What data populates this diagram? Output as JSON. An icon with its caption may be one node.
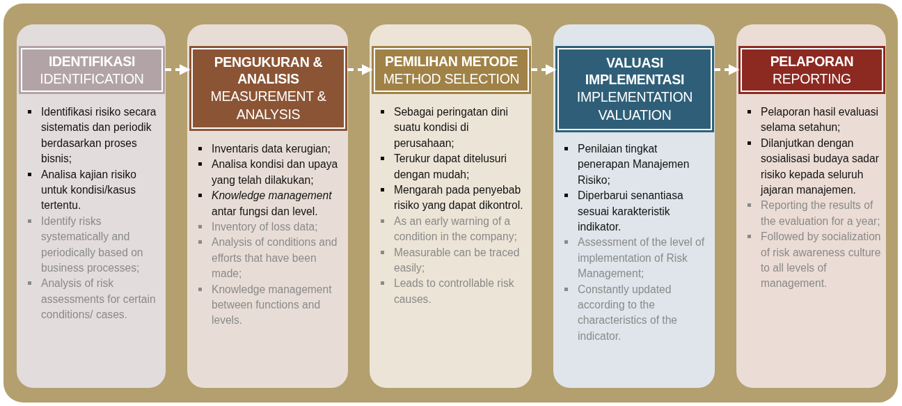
{
  "diagram": {
    "nodes": [
      {
        "text": [
          "Identifikasi risiko secara sistematis dan periodik berdasarkan proses bisnis;",
          "Analisa kajian risiko untuk kondisi/kasus tertentu.",
          "Identify risks systematically and periodically based on business processes;",
          "Analysis of risk assessments for certain conditions/ cases."
        ]
      },
      {
        "text": [
          "IDENTIFIKASI",
          "IDENTIFICATION"
        ],
        "in": 0
      },
      {
        "text": [
          "Inventaris data kerugian;",
          "Analisa kondisi dan upaya yang telah dilakukan;",
          "*Knowledge management* antar fungsi dan level.",
          "Inventory of loss data;",
          "Analysis of conditions and efforts that have been made;",
          "Knowledge management between functions and levels."
        ]
      },
      {
        "text": [
          "PENGUKURAN & ANALISIS",
          "MEASUREMENT & ANALYSIS"
        ],
        "in": 2
      },
      {
        "text": [
          "Sebagai peringatan dini suatu kondisi di perusahaan;",
          "Terukur dapat ditelusuri dengan mudah;",
          "Mengarah pada penyebab risiko yang dapat dikontrol.",
          "As an early warning of a condition in the company;",
          "Measurable can be traced easily;",
          "Leads to controllable risk causes."
        ]
      },
      {
        "text": [
          "PEMILIHAN METODE",
          "METHOD SELECTION"
        ],
        "in": 4
      },
      {
        "text": [
          "Penilaian tingkat penerapan Manajemen Risiko;",
          "Diperbarui senantiasa sesuai karakteristik indikator.",
          "Assessment of the level of implementation of Risk Management;",
          "Constantly updated according to the characteristics of the indicator."
        ]
      },
      {
        "text": [
          "VALUASI IMPLEMENTASI",
          "IMPLEMENTATION VALUATION"
        ],
        "in": 6
      },
      {
        "text": [
          "Pelaporan hasil evaluasi selama setahun;",
          "Dilanjutkan dengan sosialisasi budaya sadar risiko kepada seluruh jajaran manajemen.",
          "Reporting the results of the evaluation for a year;",
          "Followed by socialization of risk awareness culture to all levels of management."
        ]
      },
      {
        "text": [
          "PELAPORAN",
          "REPORTING"
        ],
        "in": 8
      }
    ],
    "edges": [
      {
        "from": 1,
        "to": 3,
        "arrow": "to",
        "style": "dashed"
      },
      {
        "from": 3,
        "to": 5,
        "arrow": "to",
        "style": "dashed"
      },
      {
        "from": 5,
        "to": 7,
        "arrow": "to",
        "style": "dashed"
      },
      {
        "from": 7,
        "to": 9,
        "arrow": "to",
        "style": "dashed"
      }
    ]
  }
}
